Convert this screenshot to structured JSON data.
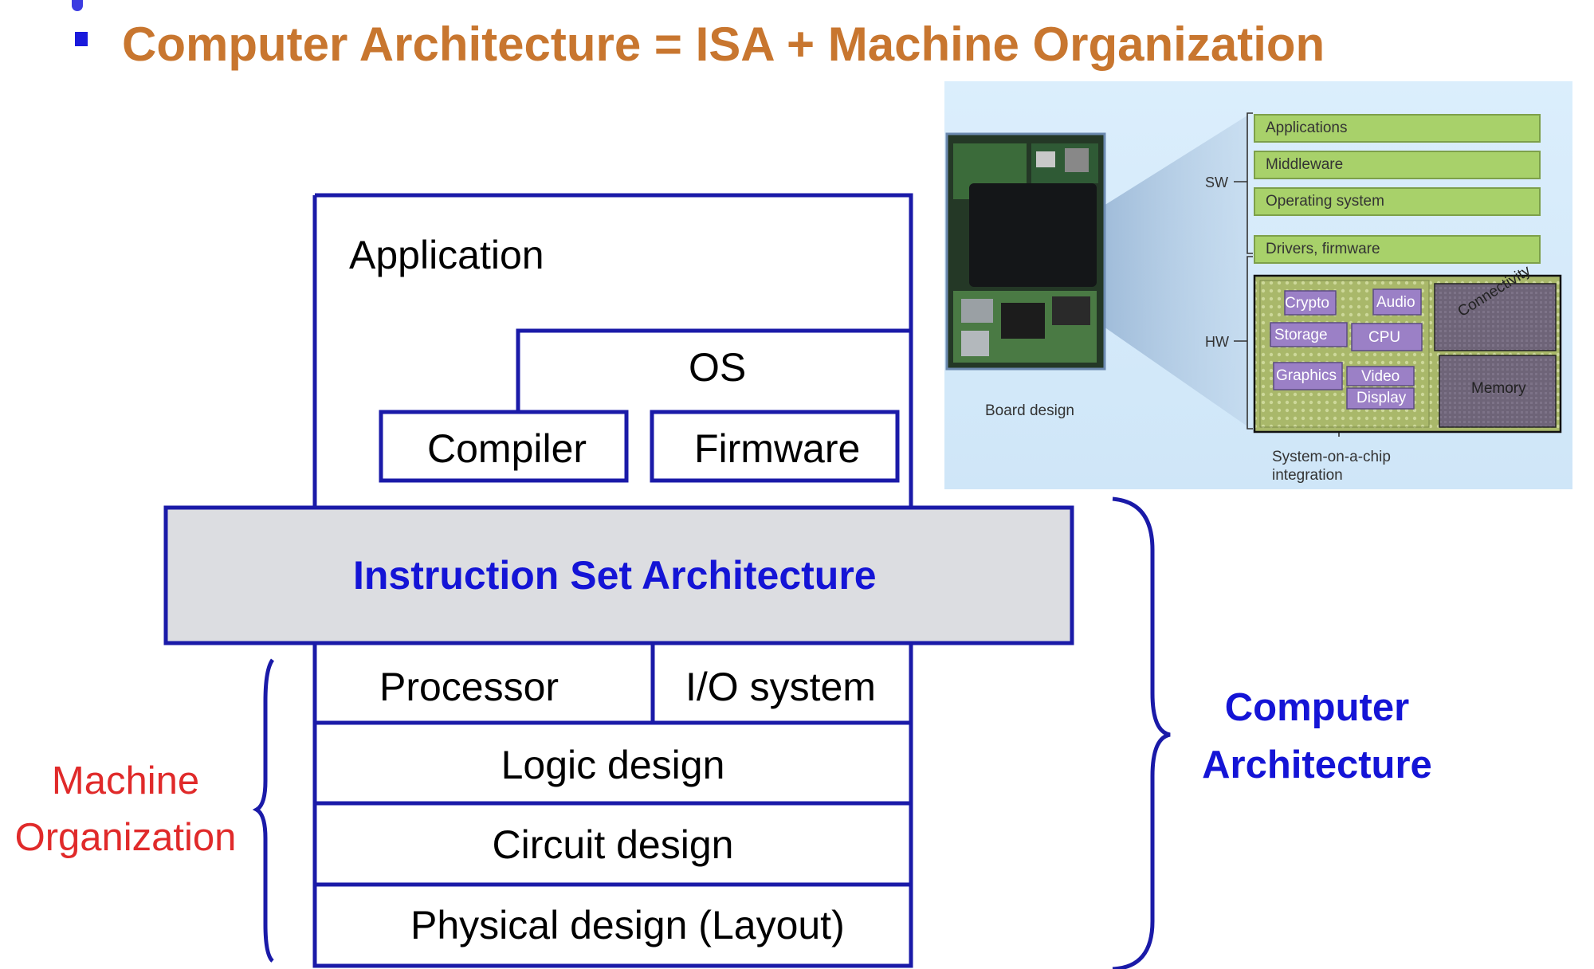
{
  "title": "Computer Architecture = ISA + Machine Organization",
  "stack": {
    "application": "Application",
    "os": "OS",
    "compiler": "Compiler",
    "firmware": "Firmware",
    "isa": "Instruction Set Architecture",
    "processor": "Processor",
    "io_system": "I/O system",
    "logic_design": "Logic design",
    "circuit_design": "Circuit design",
    "physical_design": "Physical design (Layout)"
  },
  "left_brace": {
    "line1": "Machine",
    "line2": "Organization"
  },
  "right_brace": {
    "line1": "Computer",
    "line2": "Architecture"
  },
  "inset": {
    "board_caption": "Board design",
    "sw_label": "SW",
    "hw_label": "HW",
    "sw_layers": [
      "Applications",
      "Middleware",
      "Operating system",
      "Drivers, firmware"
    ],
    "soc_blocks": {
      "crypto": "Crypto",
      "audio": "Audio",
      "storage": "Storage",
      "cpu": "CPU",
      "graphics": "Graphics",
      "video": "Video",
      "display": "Display",
      "connectivity": "Connectivity",
      "memory": "Memory"
    },
    "soc_caption_line1": "System-on-a-chip",
    "soc_caption_line2": "integration"
  },
  "colors": {
    "title": "#c8762f",
    "box_stroke": "#1a1aa8",
    "isa_fill": "#dcdde1",
    "isa_text": "#1414d6",
    "machine_org": "#e02a2a",
    "computer_arch": "#1414d6",
    "sw_layer": "#a8d16a",
    "soc_block": "#9b80c6"
  }
}
